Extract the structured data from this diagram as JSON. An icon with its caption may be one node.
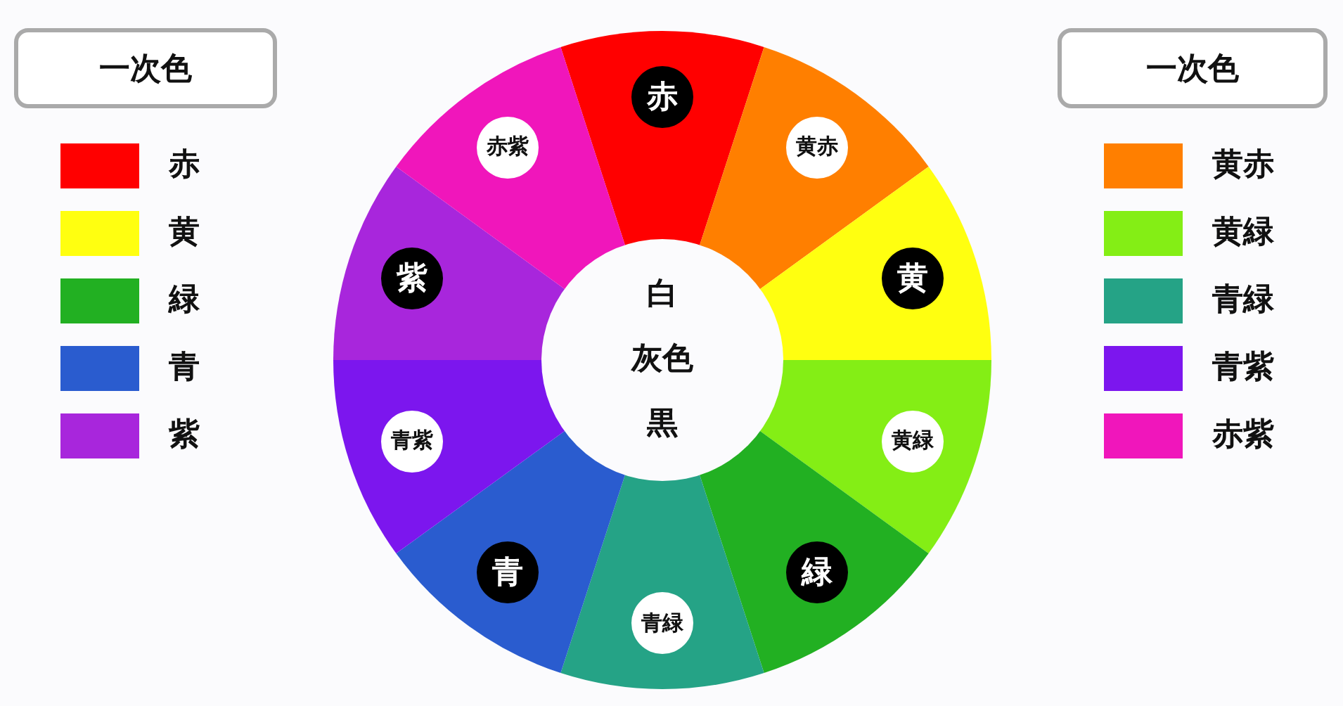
{
  "diagram": {
    "nodes": [
      {
        "text": [
          "一次色"
        ]
      },
      {
        "text": [
          "一次色"
        ]
      },
      {
        "text": [
          "白",
          "灰色",
          "黒"
        ]
      },
      {
        "text": [
          "赤"
        ]
      },
      {
        "text": [
          "黄赤"
        ]
      },
      {
        "text": [
          "黄"
        ]
      },
      {
        "text": [
          "黄緑"
        ]
      },
      {
        "text": [
          "緑"
        ]
      },
      {
        "text": [
          "青緑"
        ]
      },
      {
        "text": [
          "青"
        ]
      },
      {
        "text": [
          "青紫"
        ]
      },
      {
        "text": [
          "紫"
        ]
      },
      {
        "text": [
          "赤紫"
        ]
      }
    ],
    "legend": [
      {
        "text": "赤",
        "color": "#ff0000"
      },
      {
        "text": "黄",
        "color": "#ffff10"
      },
      {
        "text": "緑",
        "color": "#22b022"
      },
      {
        "text": "青",
        "color": "#2a5ccf"
      },
      {
        "text": "紫",
        "color": "#a826dc"
      },
      {
        "text": "黄赤",
        "color": "#ff7f00"
      },
      {
        "text": "黄緑",
        "color": "#84ee15"
      },
      {
        "text": "青緑",
        "color": "#25a386"
      },
      {
        "text": "青紫",
        "color": "#7c16ee"
      },
      {
        "text": "赤紫",
        "color": "#f016bb"
      }
    ]
  }
}
